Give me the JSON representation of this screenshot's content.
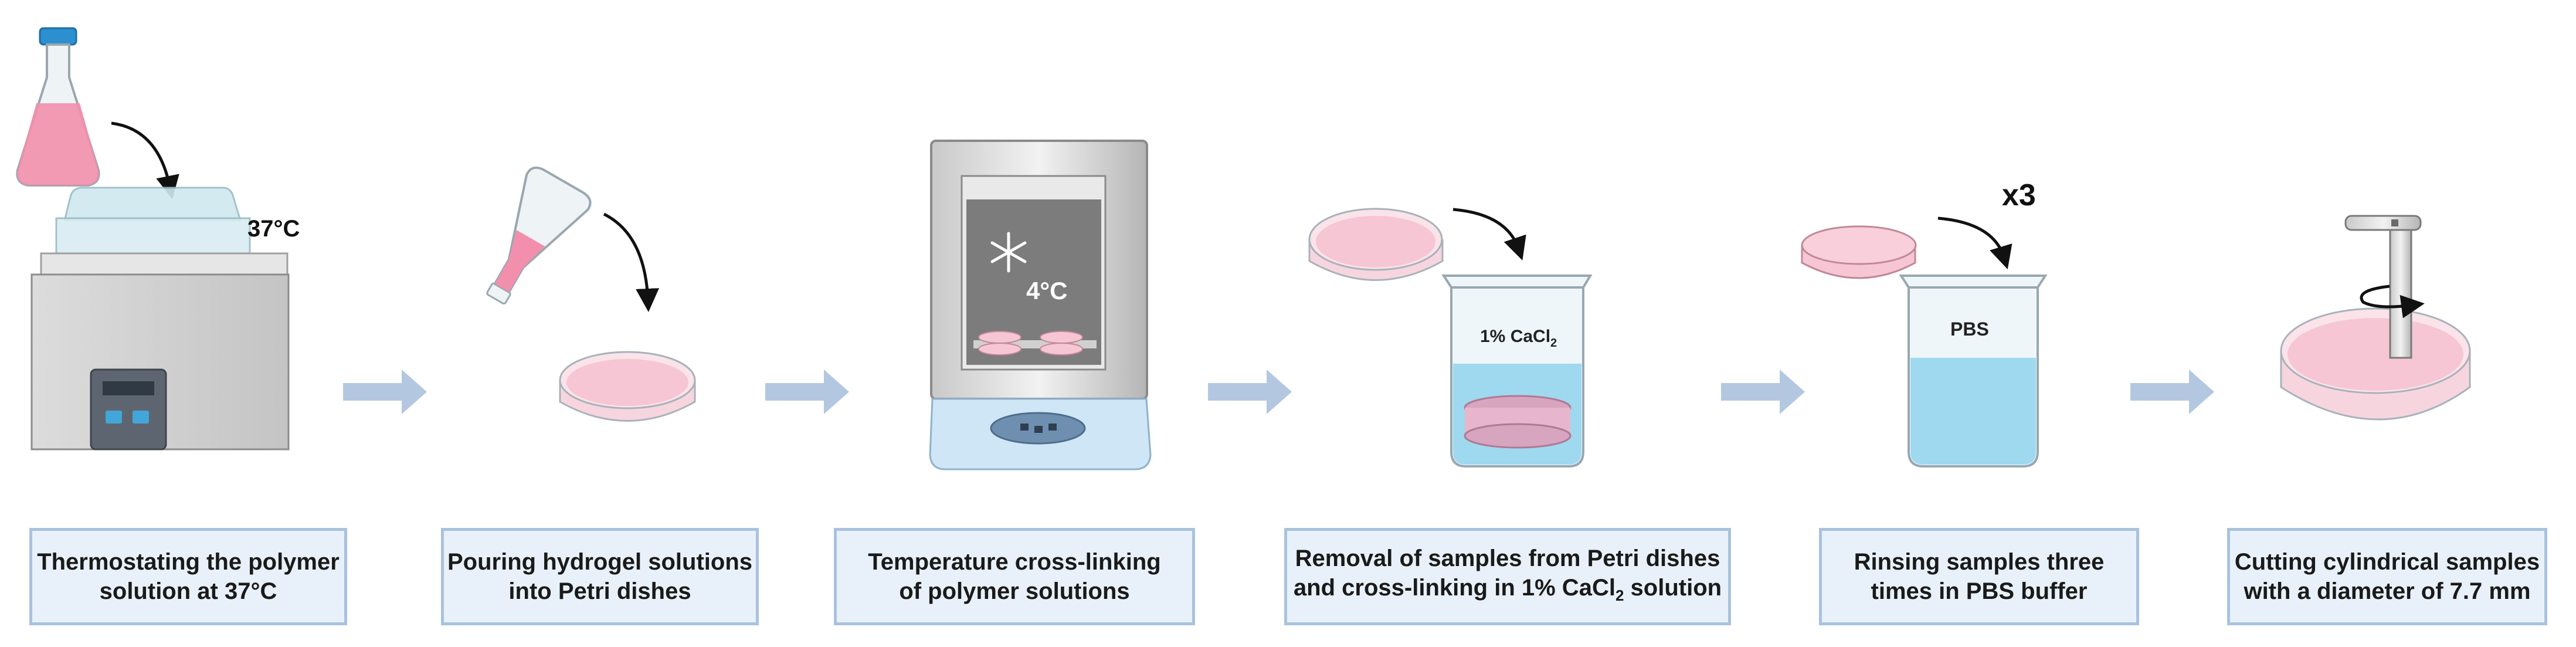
{
  "steps": [
    {
      "line1": "Thermostating the polymer",
      "line2": "solution at 37°C"
    },
    {
      "line1": "Pouring hydrogel solutions",
      "line2": "into Petri dishes"
    },
    {
      "line1": "Temperature cross-linking",
      "line2": "of polymer solutions"
    },
    {
      "line1": "Removal of samples from Petri dishes",
      "line2_pre": "and cross-linking in  1%  CaCl",
      "line2_sub": "2",
      "line2_post": " solution"
    },
    {
      "line1": "Rinsing samples three",
      "line2": "times in PBS buffer"
    },
    {
      "line1": "Cutting cylindrical samples",
      "line2": "with a diameter of 7.7 mm"
    }
  ],
  "annotations": {
    "bath_temp": "37°C",
    "fridge_temp": "4°C",
    "cacl2_label": "1% CaCl",
    "cacl2_sub": "2",
    "pbs_label": "PBS",
    "repeat_label": "x3"
  },
  "colors": {
    "label_fill": "#e8f1fa",
    "label_border": "#a9c2de",
    "flow_arrow": "#b3c8e0",
    "sample_pink": "#f6c6d4",
    "solution_blue": "#8fd3ec"
  }
}
